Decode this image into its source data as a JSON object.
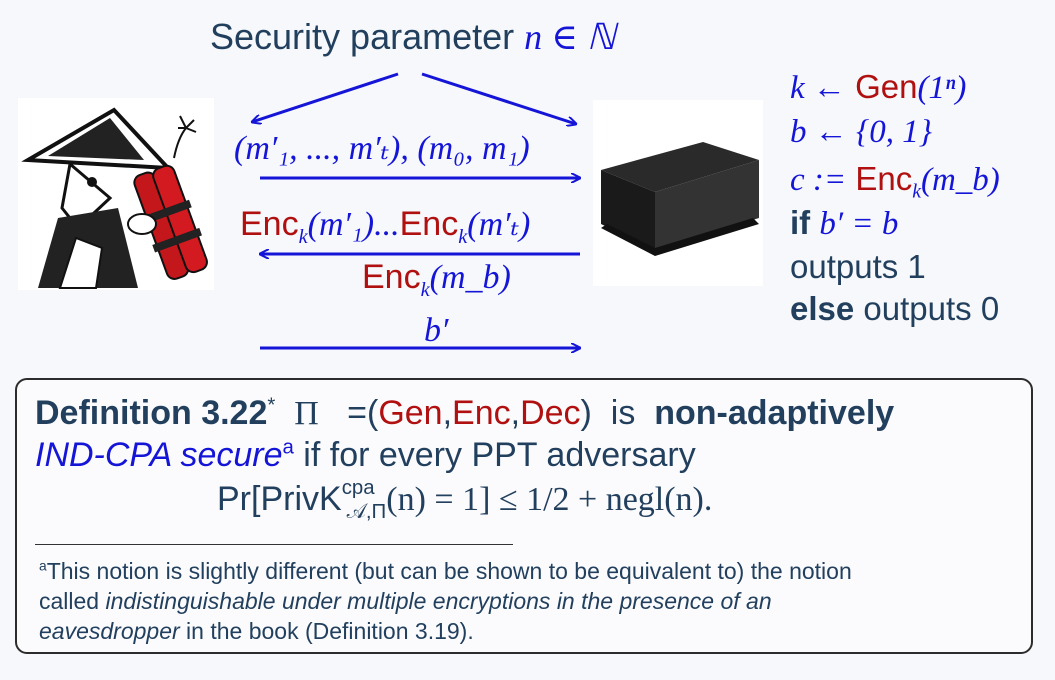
{
  "header": {
    "text": "Security parameter",
    "math": "n ∈ ℕ"
  },
  "images": {
    "spy": "spy-with-dynamite",
    "box": "black-box"
  },
  "messages": {
    "m1": "(m′₁, ..., m′ₜ), (m₀, m₁)",
    "m2_enc1": "Enc",
    "m2_mid": "(m′₁)...",
    "m2_enc2": "Enc",
    "m2_end": "(m′ₜ)",
    "m3_enc": "Enc",
    "m3_arg": "(m_b)",
    "m4": "b′"
  },
  "procedure": {
    "l1_a": "k ←",
    "l1_gen": "Gen",
    "l1_b": "(1ⁿ)",
    "l2": "b ← {0, 1}",
    "l3_a": "c :=",
    "l3_enc": "Enc",
    "l3_b": "(m_b)",
    "l4_kw": "if",
    "l4_expr": "b′ = b",
    "l5": "outputs 1",
    "l6_kw": "else",
    "l6_rest": "outputs 0"
  },
  "definition": {
    "label": "Definition 3.22",
    "star": "*",
    "pi": "Π",
    "eq": "=(",
    "gen": "Gen",
    "enc": "Enc",
    "dec": "Dec",
    "close": ")",
    "is": "is",
    "bold_term": "non-adaptively",
    "italic_term": "IND-CPA secure",
    "fn_mark": "a",
    "rest_line2": "if for every PPT adversary",
    "formula_pr": "Pr[PrivK",
    "formula_sup": "cpa",
    "formula_sub": "𝒜,Π",
    "formula_rest": "(n) = 1] ≤ 1/2 + negl(n)."
  },
  "footnote": {
    "mark": "a",
    "line1": "This notion is slightly different (but can be shown to be equivalent to) the notion",
    "line2_a": "called",
    "line2_italic": "indistinguishable under multiple encryptions in the presence of an",
    "line3_italic": "eavesdropper",
    "line3_rest": "in the book (Definition 3.19)."
  },
  "colors": {
    "text": "#22405e",
    "math_blue": "#1515d8",
    "alg_red": "#b01010",
    "arrow_blue": "#1515d8"
  }
}
